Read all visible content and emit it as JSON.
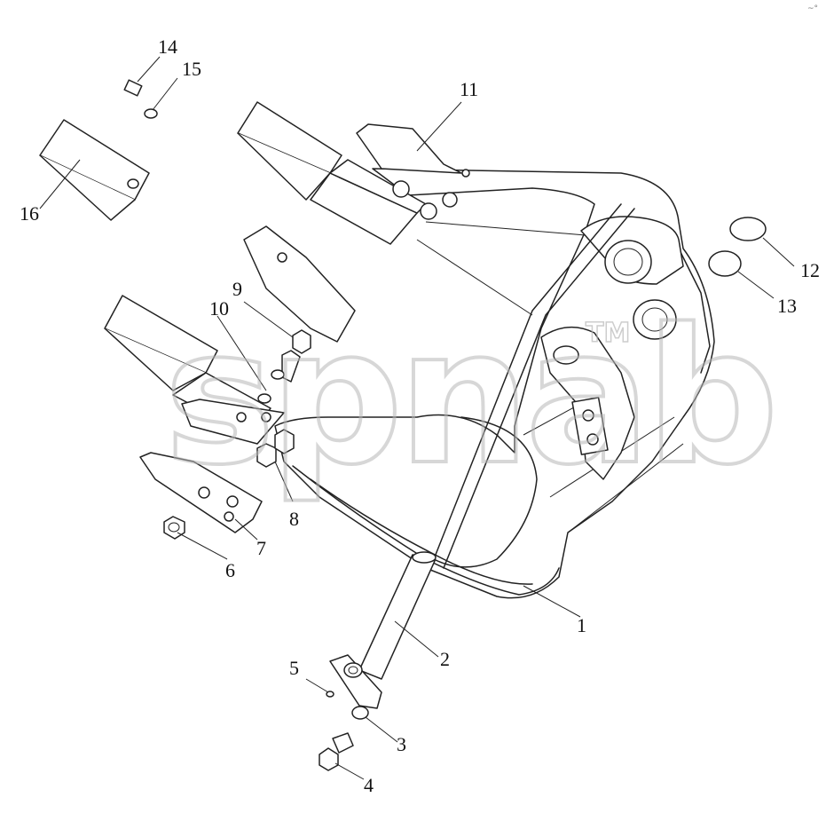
{
  "watermark": {
    "text": "spnab",
    "tm": "TM"
  },
  "corner_mark": "~°",
  "callouts": [
    {
      "id": "c1",
      "text": "1"
    },
    {
      "id": "c2",
      "text": "2"
    },
    {
      "id": "c3",
      "text": "3"
    },
    {
      "id": "c4",
      "text": "4"
    },
    {
      "id": "c5",
      "text": "5"
    },
    {
      "id": "c6",
      "text": "6"
    },
    {
      "id": "c7",
      "text": "7"
    },
    {
      "id": "c8",
      "text": "8"
    },
    {
      "id": "c9",
      "text": "9"
    },
    {
      "id": "c10",
      "text": "10"
    },
    {
      "id": "c11",
      "text": "11"
    },
    {
      "id": "c12",
      "text": "12"
    },
    {
      "id": "c13",
      "text": "13"
    },
    {
      "id": "c14",
      "text": "14"
    },
    {
      "id": "c15",
      "text": "15"
    },
    {
      "id": "c16",
      "text": "16"
    }
  ]
}
